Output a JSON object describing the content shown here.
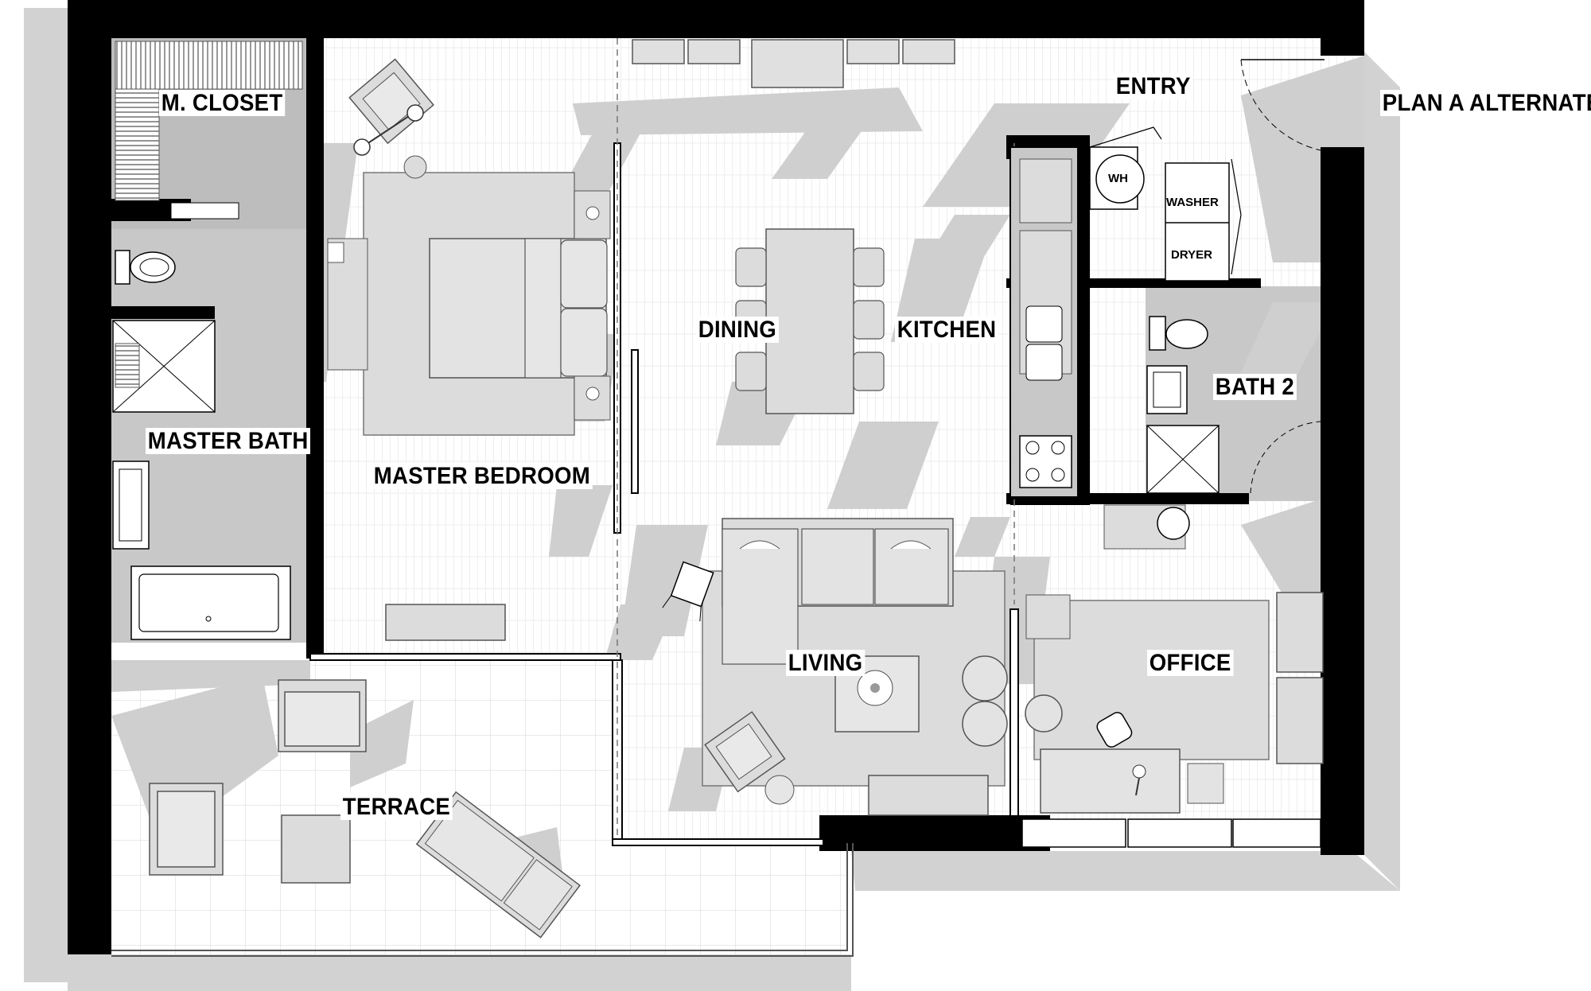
{
  "plan_title": "PLAN A ALTERNATE",
  "rooms": {
    "m_closet": "M. CLOSET",
    "master_bath": "MASTER BATH",
    "master_bedroom": "MASTER BEDROOM",
    "dining": "DINING",
    "kitchen": "KITCHEN",
    "entry": "ENTRY",
    "bath_2": "BATH 2",
    "living": "LIVING",
    "office": "OFFICE",
    "terrace": "TERRACE"
  },
  "fixtures": {
    "water_heater": "WH",
    "washer": "WASHER",
    "dryer": "DRYER"
  },
  "colors": {
    "wall": "#000000",
    "shadow": "#cfcfcf",
    "furniture": "#dcdcdc",
    "floor_line": "#d6d6d6"
  }
}
